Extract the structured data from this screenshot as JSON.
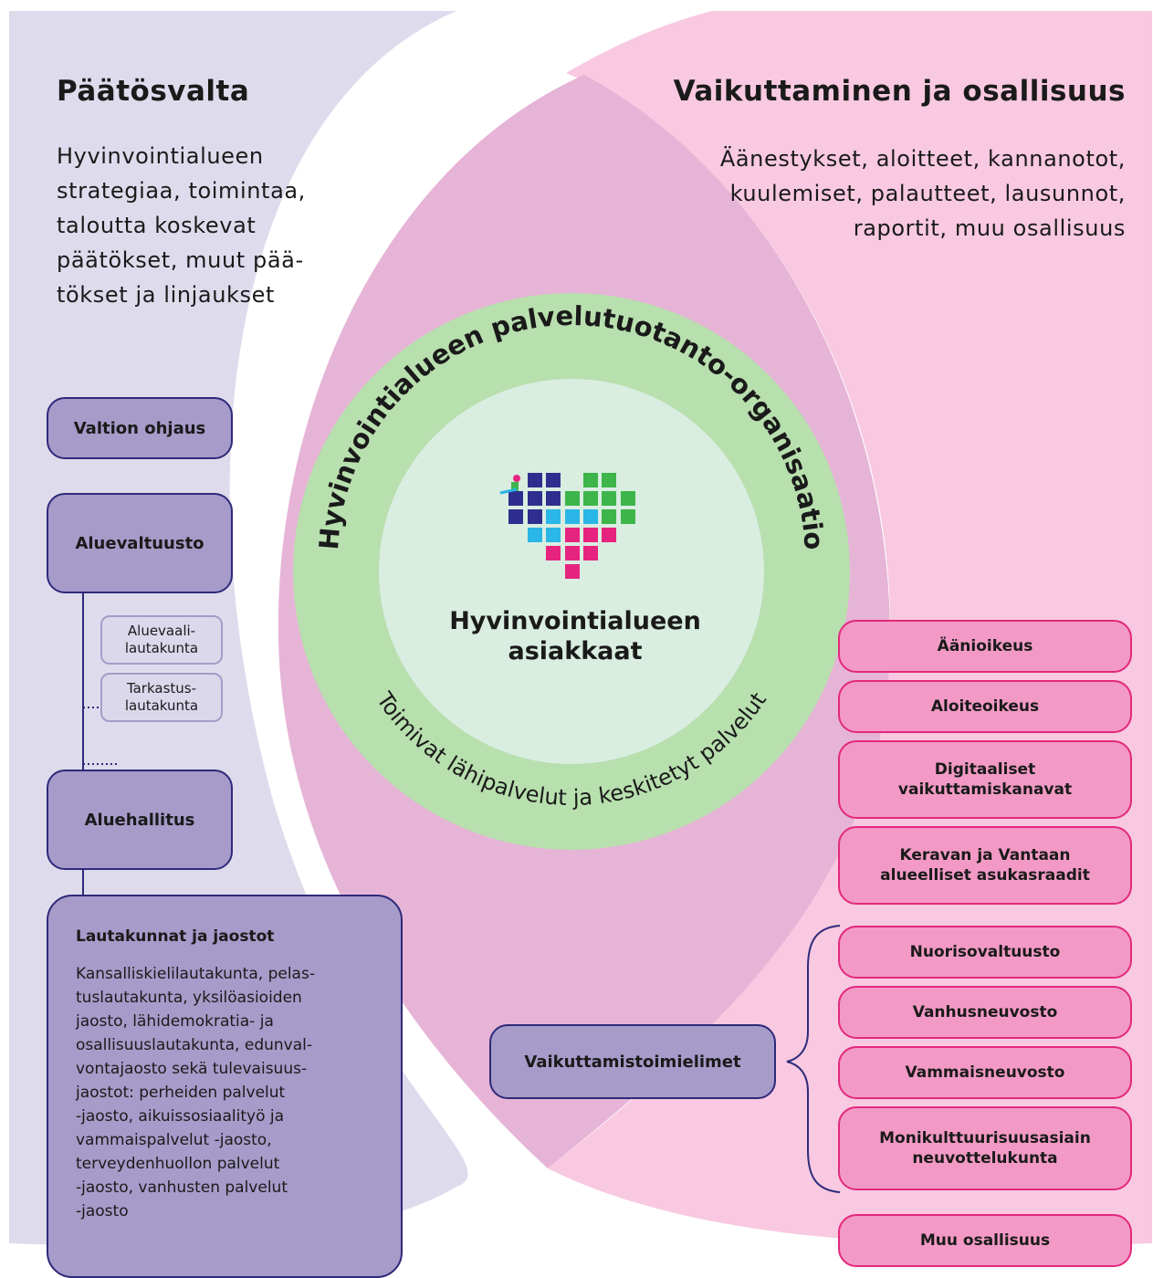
{
  "left": {
    "heading": "Päätösvalta",
    "text": "Hyvinvointialueen\nstrategiaa, toimintaa,\ntaloutta koskevat\npäätökset, muut pää-\ntökset ja linjaukset",
    "boxes": {
      "valtion": "Valtion ohjaus",
      "aluevaltuusto": "Aluevaltuusto",
      "aluevaali": "Aluevaali-\nlautakunta",
      "tarkastus": "Tarkastus-\nlautakunta",
      "aluehallitus": "Aluehallitus"
    },
    "lautakunnat": {
      "title": "Lautakunnat ja jaostot",
      "text": "Kansalliskielilautakunta, pelas-\ntuslautakunta, yksilöasioiden\njaosto, lähidemokratia- ja\nosallisuuslautakunta, edunval-\nvontajaosto sekä tulevaisuus-\njaostot: perheiden palvelut\n-jaosto, aikuissosiaalityö ja\nvammaispalvelut -jaosto,\nterveydenhuollon palvelut\n-jaosto, vanhusten palvelut\n-jaosto"
    }
  },
  "right": {
    "heading": "Vaikuttaminen ja osallisuus",
    "text": "Äänestykset, aloitteet, kannanotot,\nkuulemiset, palautteet, lausunnot,\nraportit, muu osallisuus",
    "boxes": {
      "aanioikeus": "Äänioikeus",
      "aloiteoikeus": "Aloiteoikeus",
      "digitaaliset": "Digitaaliset\nvaikuttamiskanavat",
      "asukasraadit": "Keravan ja Vantaan\nalueelliset asukasraadit",
      "nuoriso": "Nuorisovaltuusto",
      "vanhus": "Vanhusneuvosto",
      "vammais": "Vammaisneuvosto",
      "monikult": "Monikulttuurisuusasiain\nneuvottelukunta",
      "muu": "Muu osallisuus"
    },
    "vaikuttamistoimielimet": "Vaikuttamistoimielimet"
  },
  "center": {
    "ring_top": "Hyvinvointialueen palvelutuotanto-organisaatio",
    "ring_bottom": "Toimivat lähipalvelut ja keskitetyt palvelut",
    "title": "Hyvinvointialueen\nasiakkaat"
  },
  "colors": {
    "purple_bg": "#dedcec",
    "pink_bg": "#f8c9e0",
    "overlap": "#e6b4d6",
    "green_ring": "#b8dfae",
    "inner_circle": "#d9ede1",
    "purple_box": "#a69bc9",
    "navy": "#2e2a7a",
    "pink_box": "#f29ac5",
    "magenta": "#e3287c",
    "logo_navy": "#2e2e8f",
    "logo_green": "#3db54a",
    "logo_cyan": "#2ab6e6",
    "logo_pink": "#e6247f"
  }
}
